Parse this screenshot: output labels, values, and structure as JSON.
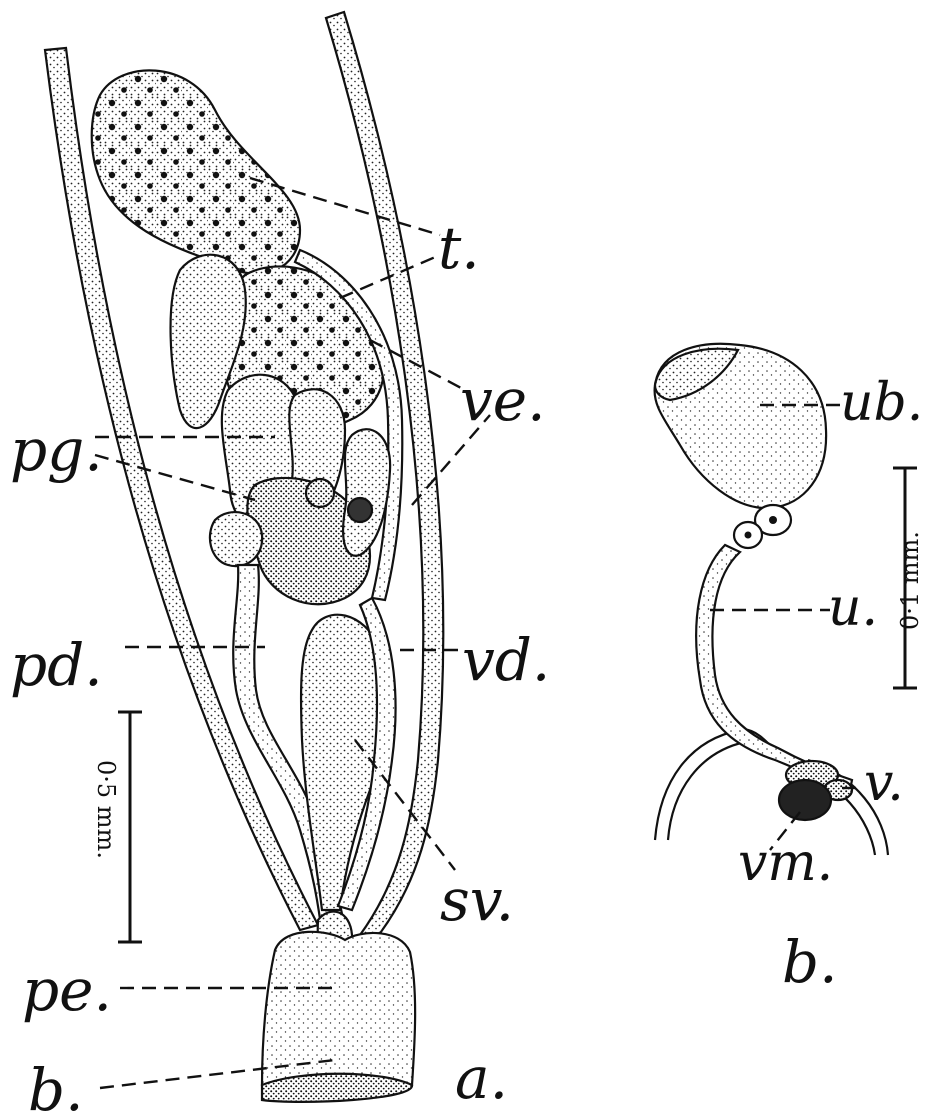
{
  "figure_a": {
    "panel_label": "a.",
    "labels": {
      "t": "t.",
      "ve": "ve.",
      "pg": "pg.",
      "pd": "pd.",
      "vd": "vd.",
      "sv": "sv.",
      "pe": "pe.",
      "b": "b."
    },
    "scale_bar": "0·5 mm."
  },
  "figure_b": {
    "panel_label": "b.",
    "labels": {
      "ub": "ub.",
      "u": "u.",
      "v": "v.",
      "vm": "vm."
    },
    "scale_bar": "0·1 mm."
  },
  "colors": {
    "ink": "#111111",
    "paper": "#ffffff"
  }
}
